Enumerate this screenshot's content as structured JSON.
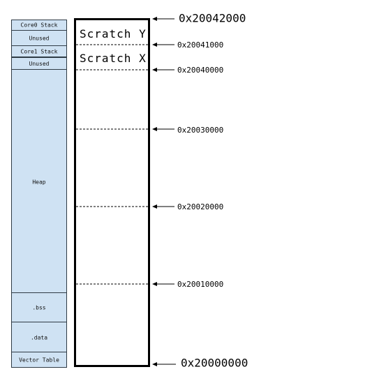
{
  "segments": [
    {
      "id": "core0-stack",
      "label": "Core0 Stack"
    },
    {
      "id": "unused-top",
      "label": "Unused"
    },
    {
      "id": "core1-stack",
      "label": "Core1 Stack"
    },
    {
      "id": "unused-bottom",
      "label": "Unused"
    },
    {
      "id": "heap",
      "label": "Heap"
    },
    {
      "id": "bss",
      "label": ".bss"
    },
    {
      "id": "data",
      "label": ".data"
    },
    {
      "id": "vector-table",
      "label": "Vector Table"
    }
  ],
  "regions": {
    "scratch_y": "Scratch Y",
    "scratch_x": "Scratch X"
  },
  "addresses": [
    {
      "id": "top",
      "label": "0x20042000"
    },
    {
      "id": "scratch-y-start",
      "label": "0x20041000"
    },
    {
      "id": "scratch-x-start",
      "label": "0x20040000"
    },
    {
      "id": "a30000",
      "label": "0x20030000"
    },
    {
      "id": "a20000",
      "label": "0x20020000"
    },
    {
      "id": "a10000",
      "label": "0x20010000"
    },
    {
      "id": "base",
      "label": "0x20000000"
    }
  ]
}
